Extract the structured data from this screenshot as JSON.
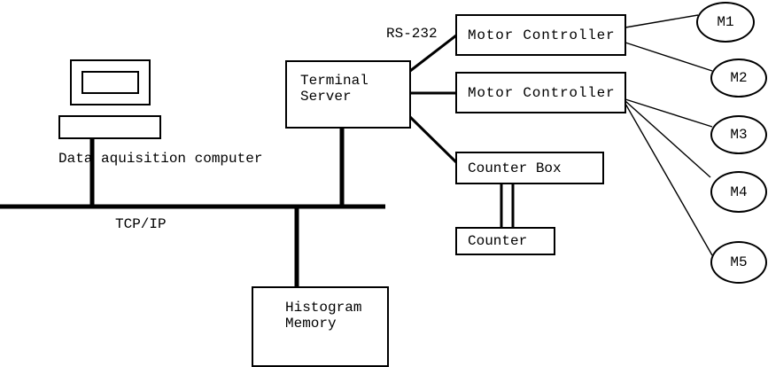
{
  "diagram": {
    "background_color": "#ffffff",
    "line_color": "#000000",
    "labels": {
      "daq": "Data aquisition computer",
      "tcpip": "TCP/IP",
      "rs232": "RS-232"
    },
    "nodes": {
      "terminal_server": "Terminal\nServer",
      "motor_controller_1": "Motor Controller",
      "motor_controller_2": "Motor Controller",
      "counter_box": "Counter Box",
      "counter": "Counter",
      "histogram_memory": "Histogram\nMemory"
    },
    "motors": [
      {
        "label": "M1"
      },
      {
        "label": "M2"
      },
      {
        "label": "M3"
      },
      {
        "label": "M4"
      },
      {
        "label": "M5"
      }
    ]
  }
}
